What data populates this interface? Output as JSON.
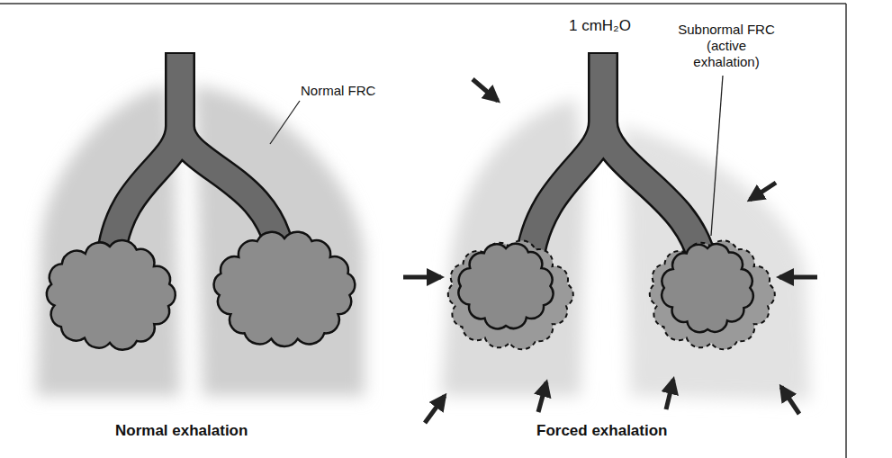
{
  "diagram": {
    "labels": [
      "Normal FRC",
      "1 cmH₂O",
      "Subnormal FRC (active exhalation)",
      "Normal exhalation",
      "Forced exhalation"
    ]
  }
}
